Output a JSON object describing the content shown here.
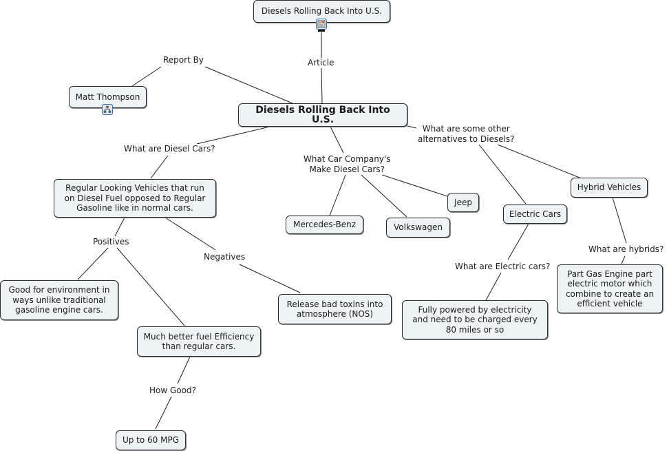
{
  "map_title": "Diesels Rolling Back Into U.S.",
  "nodes": {
    "article": "Diesels Rolling Back Into U.S.",
    "root": "Diesels Rolling Back Into U.S.",
    "author": "Matt Thompson",
    "regular_vehicles": "Regular Looking Vehicles that run\non Diesel Fuel opposed to Regular\nGasoline like in normal cars.",
    "good_env": "Good for environment in\nways unlike traditional\ngasoline engine cars.",
    "fuel_efficiency": "Much better fuel Efficiency\nthan regular cars.",
    "mpg": "Up to 60 MPG",
    "toxins": "Release bad toxins into\natmosphere (NOS)",
    "mercedes": "Mercedes-Benz",
    "volkswagen": "Volkswagen",
    "jeep": "Jeep",
    "electric": "Electric Cars",
    "electric_desc": "Fully powered by electricity\nand need to be charged every\n80 miles or so",
    "hybrid": "Hybrid Vehicles",
    "hybrid_desc": "Part Gas Engine part\nelectric motor which\ncombine to create an\nefficient vehicle"
  },
  "link_labels": {
    "article": "Article",
    "report_by": "Report By",
    "what_are_diesel": "What are Diesel Cars?",
    "companies": "What Car Company's\nMake Diesel Cars?",
    "alternatives": "What are some other\nalternatives to Diesels?",
    "positives": "Positives",
    "negatives": "Negatives",
    "how_good": "How Good?",
    "what_electric": "What are Electric cars?",
    "what_hybrids": "What are hybrids?"
  },
  "icons": {
    "article_resource": "document-image-icon",
    "author_resource": "concept-map-icon"
  },
  "colors": {
    "node_fill": "#eef3f6",
    "node_border": "#2a2a2a",
    "icon_border": "#3a6fb0"
  }
}
